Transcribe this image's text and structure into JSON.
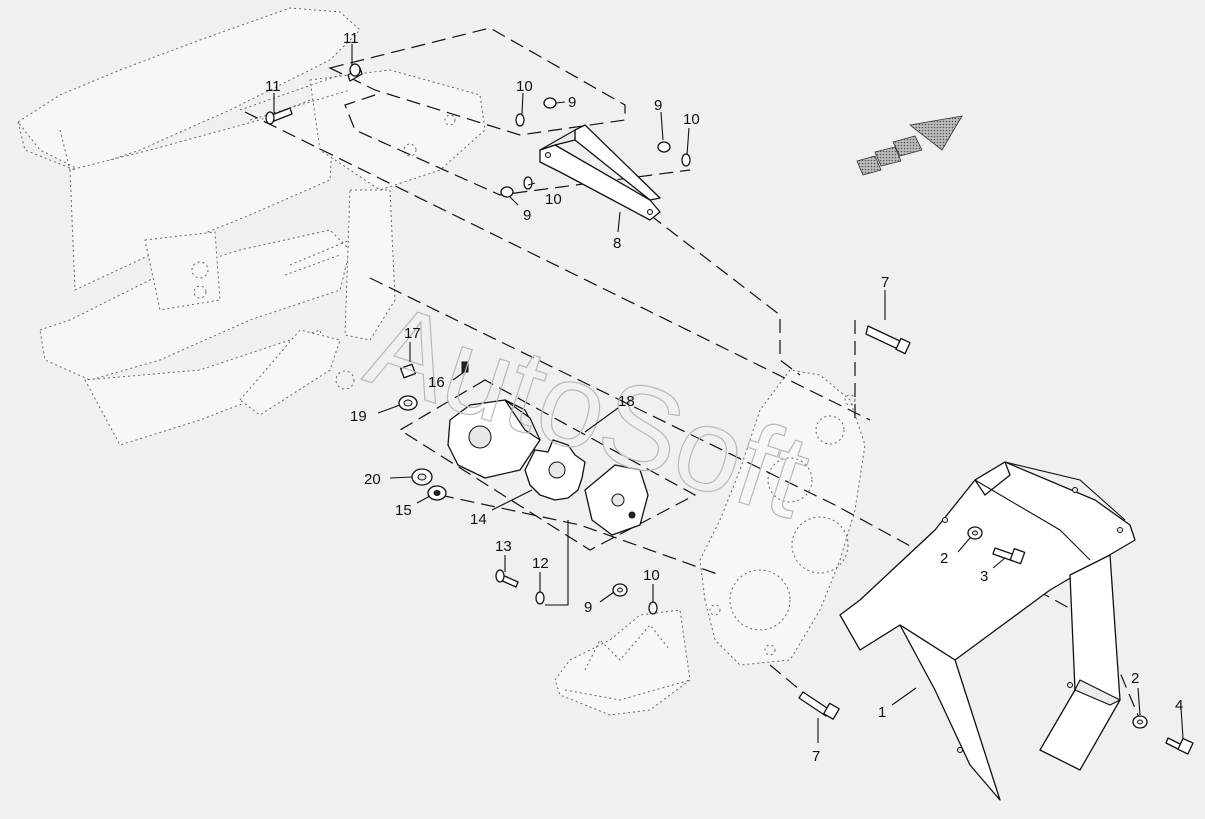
{
  "watermark": "AutoSoft",
  "callouts": {
    "c1": "1",
    "c2a": "2",
    "c2b": "2",
    "c3": "3",
    "c4": "4",
    "c7a": "7",
    "c7b": "7",
    "c8": "8",
    "c9a": "9",
    "c9b": "9",
    "c9c": "9",
    "c9d": "9",
    "c10a": "10",
    "c10b": "10",
    "c10c": "10",
    "c10d": "10",
    "c11a": "11",
    "c11b": "11",
    "c12": "12",
    "c13": "13",
    "c14": "14",
    "c15": "15",
    "c16": "16",
    "c17": "17",
    "c18": "18",
    "c19": "19",
    "c20": "20"
  },
  "colors": {
    "line": "#111111",
    "background": "#f0f0f0",
    "arrow_fill": "#8a8a8a"
  },
  "icons": {
    "direction_indicator": "forward-arrow-icon"
  }
}
